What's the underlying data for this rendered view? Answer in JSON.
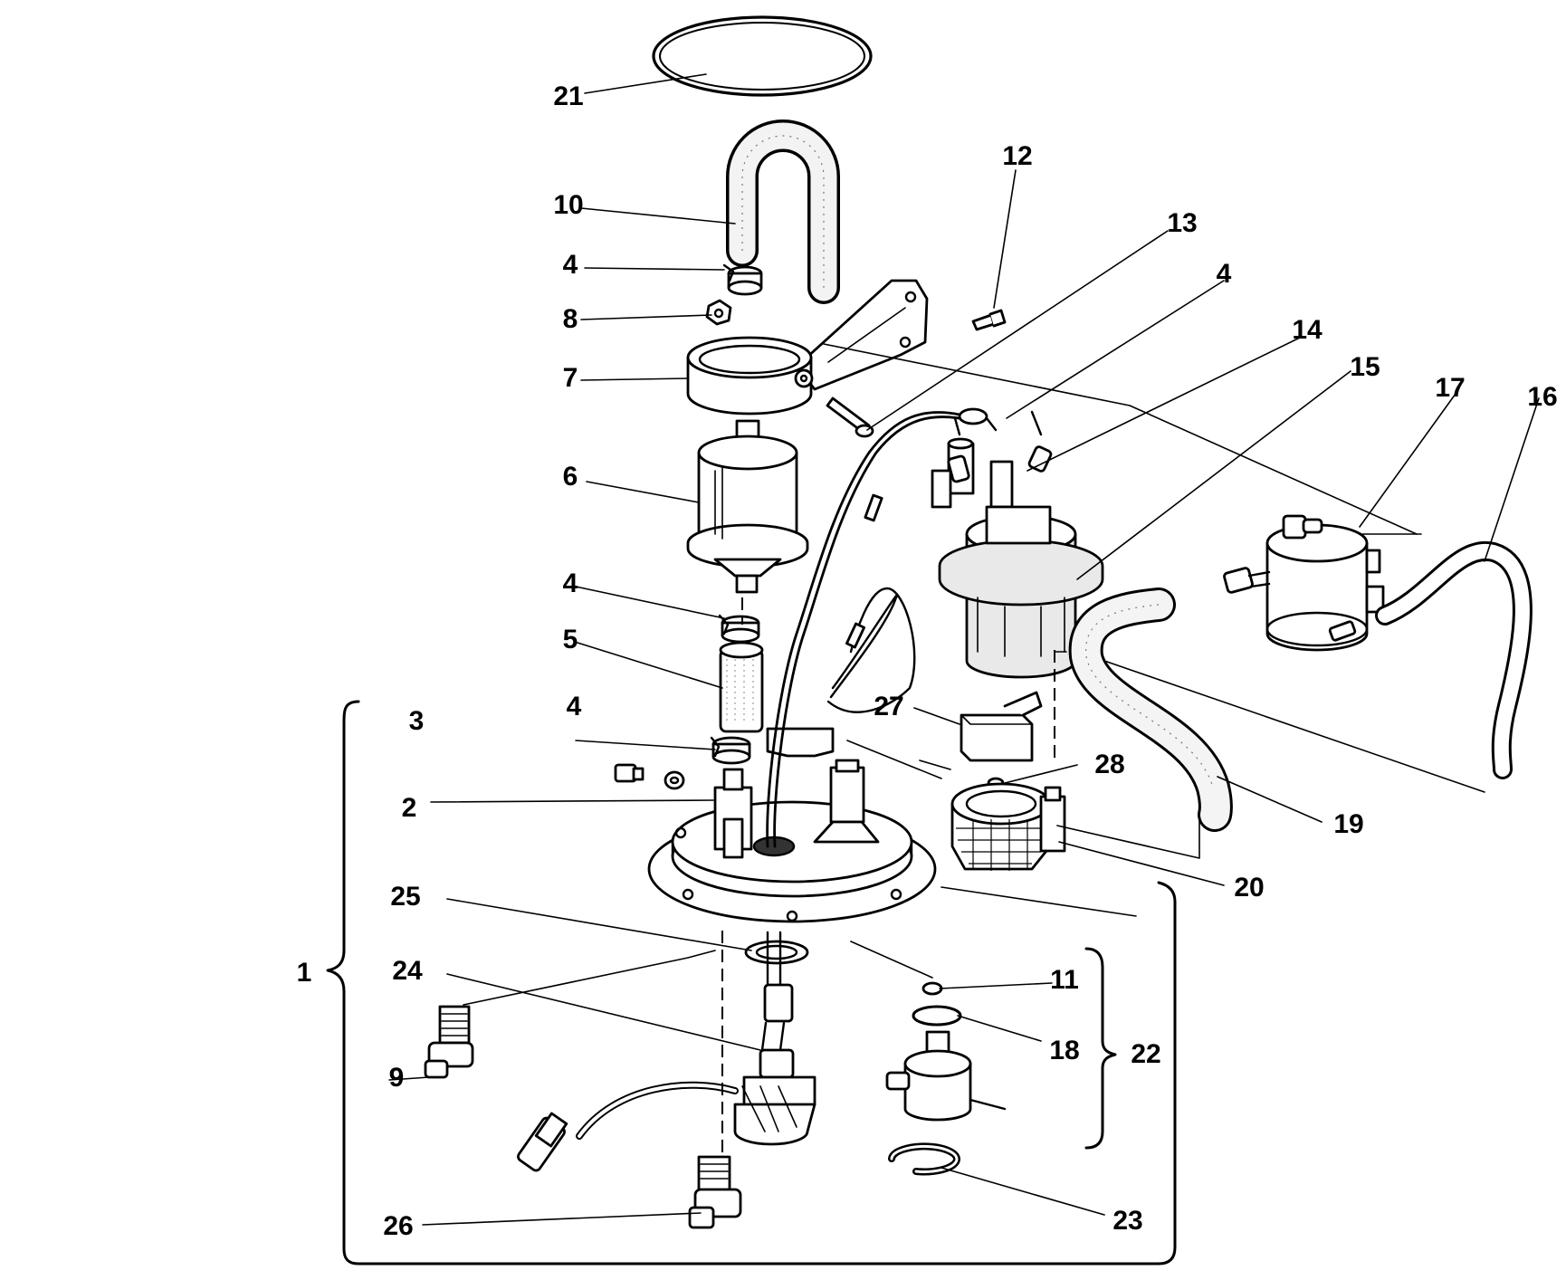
{
  "diagram": {
    "callouts": [
      {
        "id": "c21",
        "label": "21"
      },
      {
        "id": "c10",
        "label": "10"
      },
      {
        "id": "c12",
        "label": "12"
      },
      {
        "id": "c13",
        "label": "13"
      },
      {
        "id": "c4a",
        "label": "4"
      },
      {
        "id": "c4b",
        "label": "4"
      },
      {
        "id": "c8",
        "label": "8"
      },
      {
        "id": "c14",
        "label": "14"
      },
      {
        "id": "c7",
        "label": "7"
      },
      {
        "id": "c15",
        "label": "15"
      },
      {
        "id": "c17",
        "label": "17"
      },
      {
        "id": "c16",
        "label": "16"
      },
      {
        "id": "c6",
        "label": "6"
      },
      {
        "id": "c4c",
        "label": "4"
      },
      {
        "id": "c5",
        "label": "5"
      },
      {
        "id": "c27",
        "label": "27"
      },
      {
        "id": "c3",
        "label": "3"
      },
      {
        "id": "c4d",
        "label": "4"
      },
      {
        "id": "c28",
        "label": "28"
      },
      {
        "id": "c2",
        "label": "2"
      },
      {
        "id": "c19",
        "label": "19"
      },
      {
        "id": "c20",
        "label": "20"
      },
      {
        "id": "c25",
        "label": "25"
      },
      {
        "id": "c1",
        "label": "1"
      },
      {
        "id": "c24",
        "label": "24"
      },
      {
        "id": "c11",
        "label": "11"
      },
      {
        "id": "c18",
        "label": "18"
      },
      {
        "id": "c22",
        "label": "22"
      },
      {
        "id": "c9",
        "label": "9"
      },
      {
        "id": "c26",
        "label": "26"
      },
      {
        "id": "c23",
        "label": "23"
      }
    ]
  }
}
